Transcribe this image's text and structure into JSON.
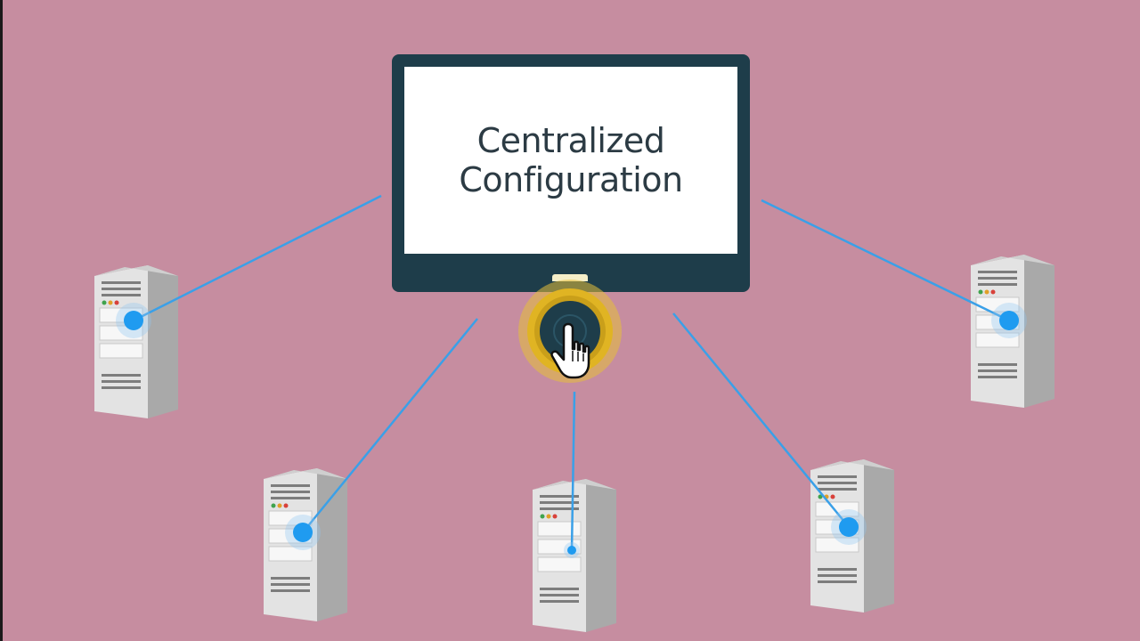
{
  "monitor": {
    "title_lines": [
      "Centralized",
      "Configuration"
    ]
  },
  "colors": {
    "background": "#c68da0",
    "monitor_frame": "#1e3d4a",
    "connector": "#3aa0e8",
    "node_dot": "#1f9bf0",
    "button_ring": "#e0b423",
    "server_body": "#dcdcdc"
  },
  "nodes": [
    {
      "name": "server-left-upper"
    },
    {
      "name": "server-bottom-left"
    },
    {
      "name": "server-bottom-center"
    },
    {
      "name": "server-bottom-right"
    },
    {
      "name": "server-right-upper"
    }
  ],
  "icons": [
    "pointer-hand-icon",
    "power-button-icon",
    "server-icon"
  ]
}
